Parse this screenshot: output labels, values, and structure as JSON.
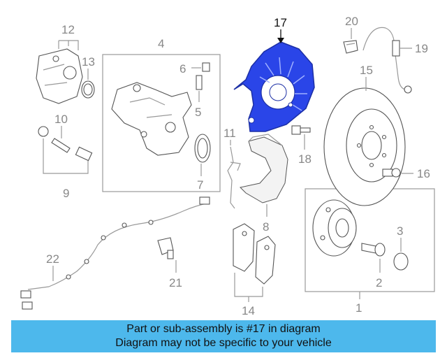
{
  "callouts": [
    {
      "id": "c17",
      "label": "17"
    },
    {
      "id": "c20",
      "label": "20"
    },
    {
      "id": "c19",
      "label": "19"
    },
    {
      "id": "c15",
      "label": "15"
    },
    {
      "id": "c16",
      "label": "16"
    },
    {
      "id": "c18",
      "label": "18"
    },
    {
      "id": "c12",
      "label": "12"
    },
    {
      "id": "c13",
      "label": "13"
    },
    {
      "id": "c4",
      "label": "4"
    },
    {
      "id": "c6",
      "label": "6"
    },
    {
      "id": "c5",
      "label": "5"
    },
    {
      "id": "c7",
      "label": "7"
    },
    {
      "id": "c10",
      "label": "10"
    },
    {
      "id": "c9",
      "label": "9"
    },
    {
      "id": "c11",
      "label": "11"
    },
    {
      "id": "c8",
      "label": "8"
    },
    {
      "id": "c3",
      "label": "3"
    },
    {
      "id": "c2",
      "label": "2"
    },
    {
      "id": "c1",
      "label": "1"
    },
    {
      "id": "c22",
      "label": "22"
    },
    {
      "id": "c21",
      "label": "21"
    },
    {
      "id": "c14",
      "label": "14"
    }
  ],
  "highlight_part": "17",
  "colors": {
    "highlight": "#2a45e8",
    "banner": "#4db8ec",
    "line": "#999999"
  },
  "banner": {
    "line1": "Part or sub-assembly is #17 in diagram",
    "line2": "Diagram may not be specific to your vehicle"
  }
}
